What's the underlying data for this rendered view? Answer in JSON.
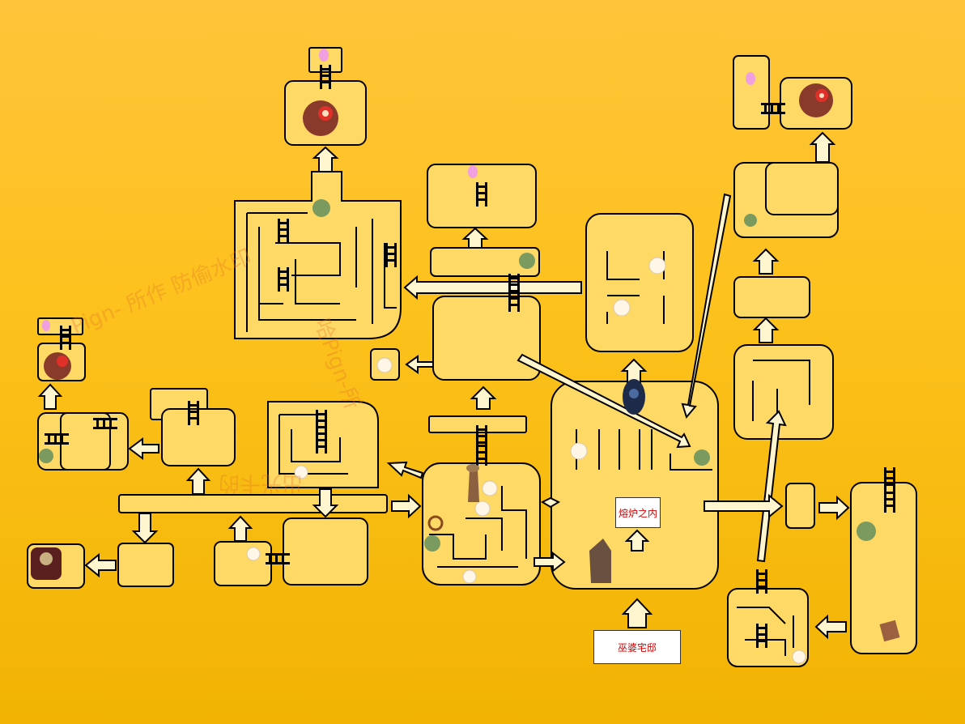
{
  "map": {
    "background_color": "#fdc21e",
    "room_fill": "#ffd966",
    "room_stroke": "#000000",
    "arrow_fill": "#fff6cf"
  },
  "labels": {
    "furnace_interior": "熔炉之内",
    "witch_mansion": "巫婆宅邸"
  },
  "watermarks": {
    "text_a": "Pign- 所作 防偷水印",
    "text_b": "哈Pign-所",
    "text_c": "出光卡的"
  },
  "icons": {
    "boss": "boss-monster-icon",
    "butterfly": "butterfly-icon",
    "ladder": "ladder-icon",
    "item_white": "item-orb-icon",
    "goblin": "goblin-icon",
    "totem": "totem-icon",
    "key": "key-icon",
    "scroll": "scroll-icon"
  }
}
